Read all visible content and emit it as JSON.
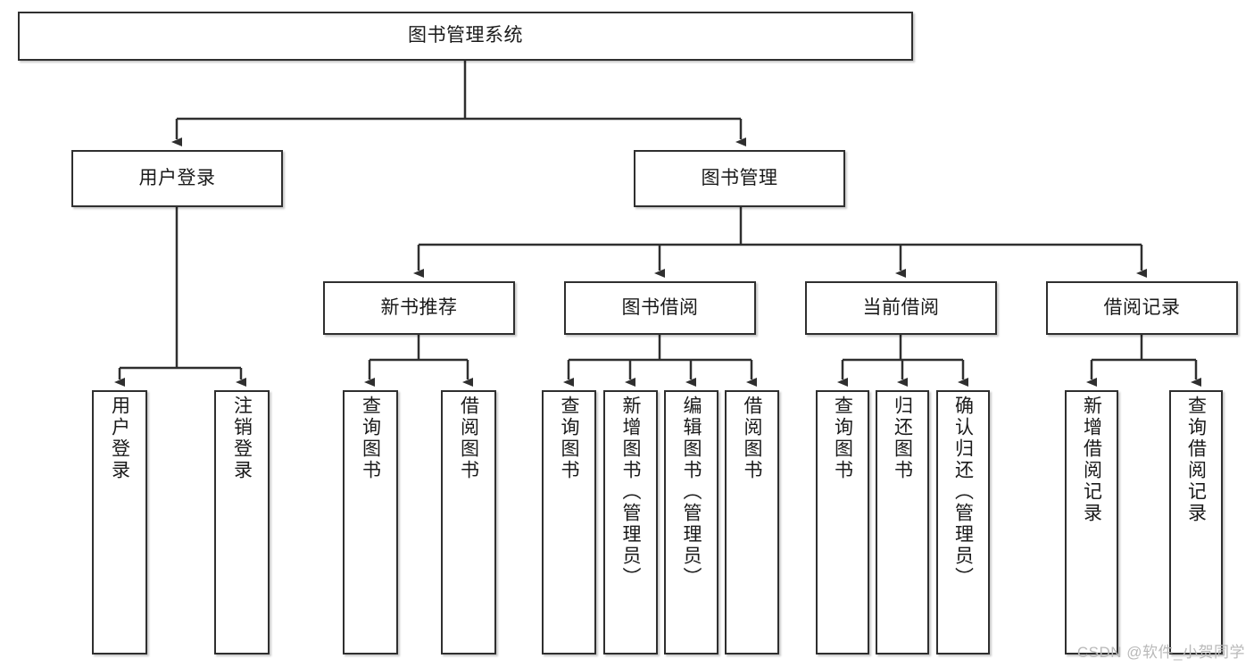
{
  "diagram": {
    "title": "图书管理系统",
    "root": {
      "label": "图书管理系统"
    },
    "level2": [
      {
        "label": "用户登录"
      },
      {
        "label": "图书管理"
      }
    ],
    "level3": [
      {
        "label": "新书推荐"
      },
      {
        "label": "图书借阅"
      },
      {
        "label": "当前借阅"
      },
      {
        "label": "借阅记录"
      }
    ],
    "leaves": {
      "user_login": [
        {
          "label": "用户登录"
        },
        {
          "label": "注销登录"
        }
      ],
      "new_book_recommend": [
        {
          "label": "查询图书"
        },
        {
          "label": "借阅图书"
        }
      ],
      "book_borrow": [
        {
          "label": "查询图书"
        },
        {
          "label": "新增图书（管理员）"
        },
        {
          "label": "编辑图书（管理员）"
        },
        {
          "label": "借阅图书"
        }
      ],
      "current_borrow": [
        {
          "label": "查询图书"
        },
        {
          "label": "归还图书"
        },
        {
          "label": "确认归还（管理员）"
        }
      ],
      "borrow_record": [
        {
          "label": "新增借阅记录"
        },
        {
          "label": "查询借阅记录"
        }
      ]
    }
  },
  "watermark": {
    "text": "CSDN @软件_小贺同学"
  },
  "colors": {
    "stroke": "#2f2f2f",
    "fill": "#ffffff",
    "text": "#1a1a1a",
    "watermark": "#b9b9b9"
  }
}
